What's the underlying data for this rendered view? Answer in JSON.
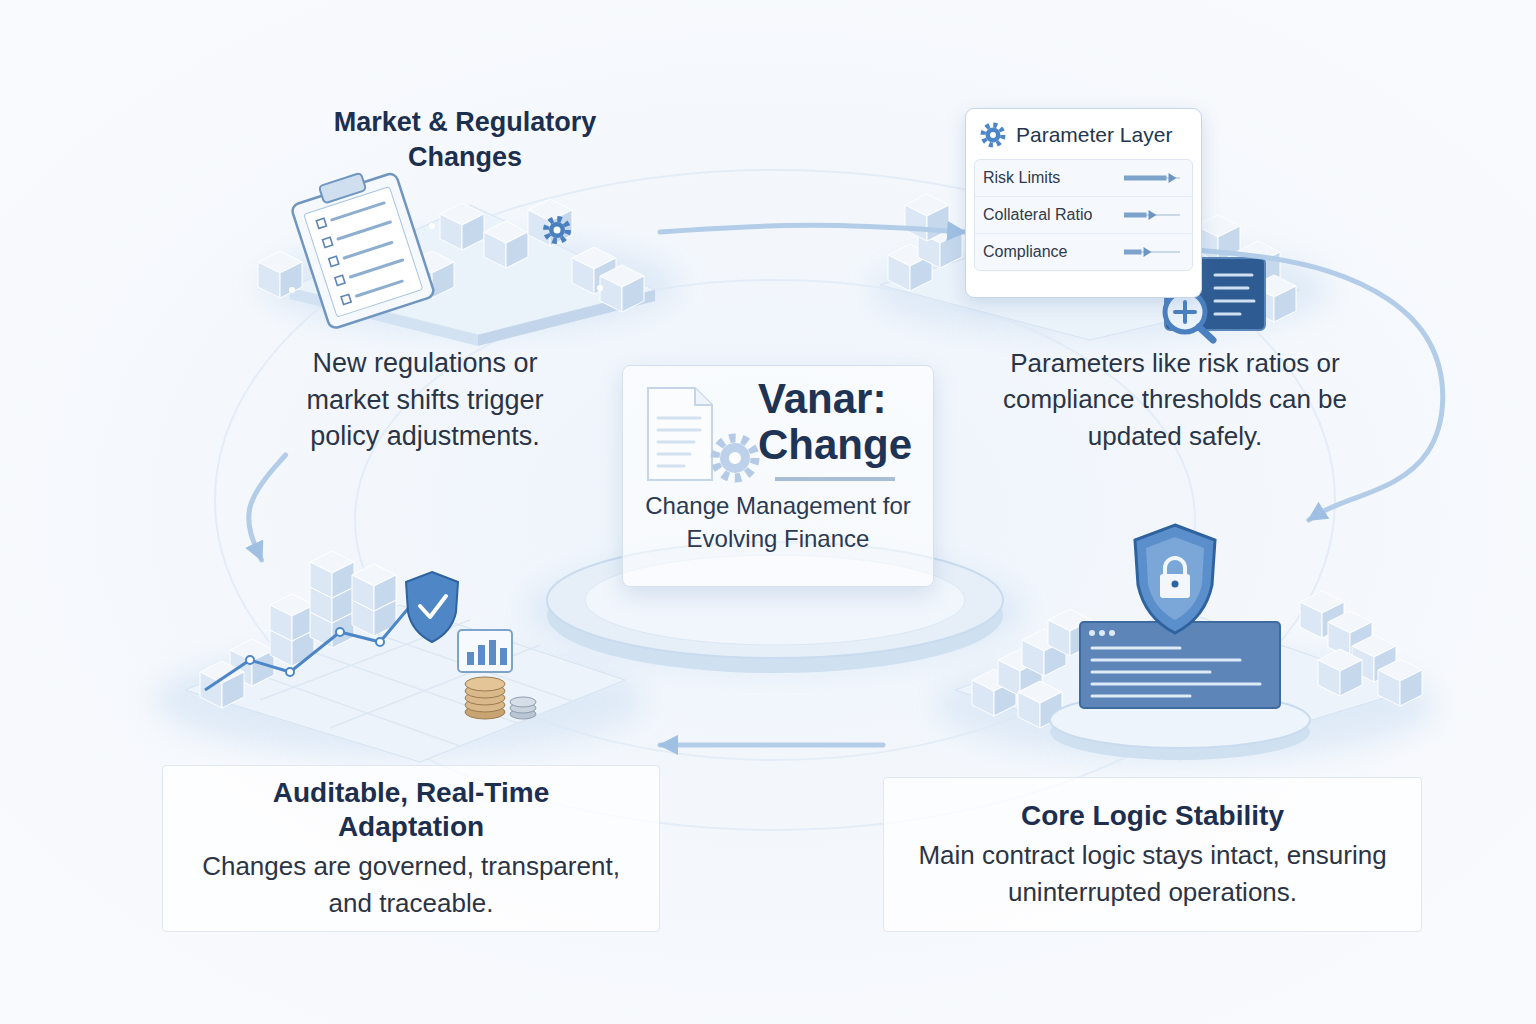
{
  "diagram": {
    "nodes": [
      {
        "text": [
          "Market & Regulatory Changes",
          "New regulations or market shifts trigger policy adjustments."
        ]
      },
      {
        "text": [
          "Parameter Layer",
          "Risk Limits",
          "Collateral Ratio",
          "Compliance"
        ]
      },
      {
        "text": [
          "Vanar: Change",
          "Change Management for Evolving Finance"
        ]
      },
      {
        "text": [
          "Auditable, Real-Time Adaptation",
          "Changes are governed, transparent, and traceable."
        ]
      },
      {
        "text": [
          "Core Logic Stability",
          "Main contract logic stays intact, ensuring uninterrupted operations."
        ]
      }
    ],
    "edges": [
      {
        "from": 0,
        "to": 1,
        "arrow": "to"
      },
      {
        "from": 1,
        "to": 4,
        "arrow": "to"
      },
      {
        "from": 4,
        "to": 3,
        "arrow": "to"
      },
      {
        "from": 0,
        "to": 3,
        "arrow": "to"
      }
    ],
    "labels": [
      "Parameters like risk ratios or compliance thresholds can be updated safely."
    ]
  }
}
